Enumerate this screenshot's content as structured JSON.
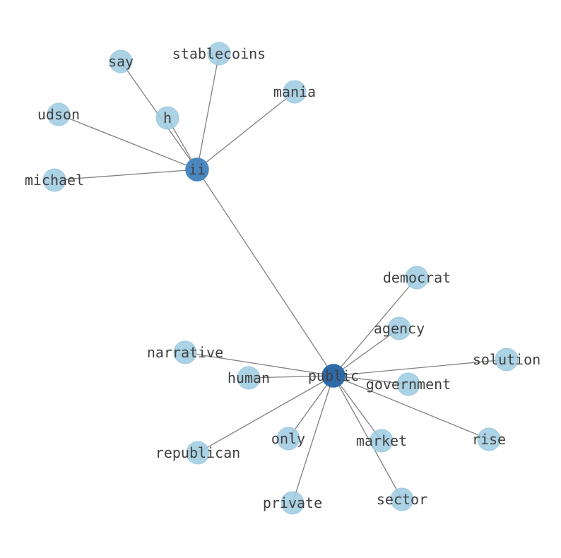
{
  "colors": {
    "leaf": "#9ecae1",
    "hub_ii": "#4a86c0",
    "hub_public": "#2f6aa8",
    "edge": "#808080",
    "label": "#404040"
  },
  "nodes": [
    {
      "id": "ii",
      "label": "ii",
      "role": "hub"
    },
    {
      "id": "public",
      "label": "public",
      "role": "hub"
    },
    {
      "id": "say",
      "label": "say",
      "role": "leaf"
    },
    {
      "id": "stablecoins",
      "label": "stablecoins",
      "role": "leaf"
    },
    {
      "id": "mania",
      "label": "mania",
      "role": "leaf"
    },
    {
      "id": "h",
      "label": "h",
      "role": "leaf"
    },
    {
      "id": "udson",
      "label": "udson",
      "role": "leaf"
    },
    {
      "id": "michael",
      "label": "michael",
      "role": "leaf"
    },
    {
      "id": "democrat",
      "label": "democrat",
      "role": "leaf"
    },
    {
      "id": "agency",
      "label": "agency",
      "role": "leaf"
    },
    {
      "id": "narrative",
      "label": "narrative",
      "role": "leaf"
    },
    {
      "id": "solution",
      "label": "solution",
      "role": "leaf"
    },
    {
      "id": "human",
      "label": "human",
      "role": "leaf"
    },
    {
      "id": "government",
      "label": "government",
      "role": "leaf"
    },
    {
      "id": "only",
      "label": "only",
      "role": "leaf"
    },
    {
      "id": "market",
      "label": "market",
      "role": "leaf"
    },
    {
      "id": "rise",
      "label": "rise",
      "role": "leaf"
    },
    {
      "id": "republican",
      "label": "republican",
      "role": "leaf"
    },
    {
      "id": "private",
      "label": "private",
      "role": "leaf"
    },
    {
      "id": "sector",
      "label": "sector",
      "role": "leaf"
    }
  ],
  "edges": [
    [
      "ii",
      "say"
    ],
    [
      "ii",
      "stablecoins"
    ],
    [
      "ii",
      "mania"
    ],
    [
      "ii",
      "h"
    ],
    [
      "ii",
      "udson"
    ],
    [
      "ii",
      "michael"
    ],
    [
      "ii",
      "public"
    ],
    [
      "public",
      "democrat"
    ],
    [
      "public",
      "agency"
    ],
    [
      "public",
      "narrative"
    ],
    [
      "public",
      "solution"
    ],
    [
      "public",
      "human"
    ],
    [
      "public",
      "government"
    ],
    [
      "public",
      "only"
    ],
    [
      "public",
      "market"
    ],
    [
      "public",
      "rise"
    ],
    [
      "public",
      "republican"
    ],
    [
      "public",
      "private"
    ],
    [
      "public",
      "sector"
    ]
  ]
}
